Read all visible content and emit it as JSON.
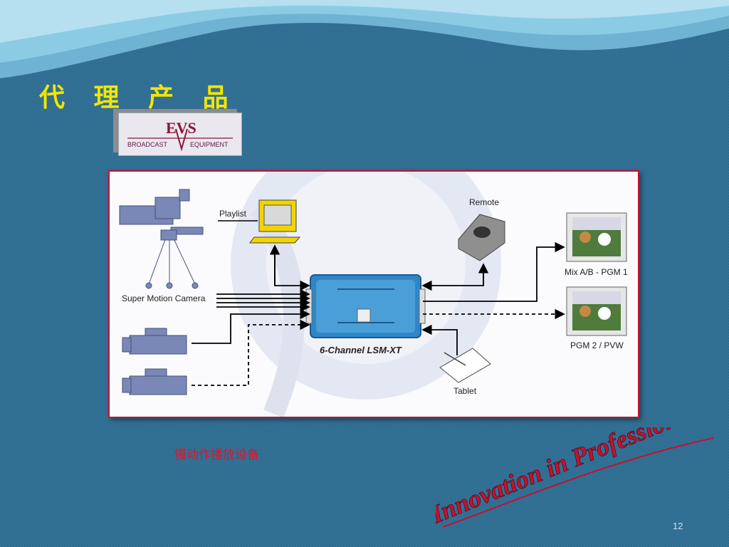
{
  "slide": {
    "title": "代 理 产 品",
    "caption": "慢动作播放设备",
    "slogan": "Innovation in Profession",
    "page_number": "12"
  },
  "logo": {
    "brand": "EVS",
    "left_text": "BROADCAST",
    "right_text": "EQUIPMENT"
  },
  "diagram": {
    "camera_label": "Super Motion Camera",
    "playlist_label": "Playlist",
    "remote_label": "Remote",
    "center_label": "6-Channel LSM-XT",
    "tablet_label": "Tablet",
    "output1_label": "Mix A/B - PGM 1",
    "output2_label": "PGM 2 / PVW"
  },
  "colors": {
    "background": "#2f6f93",
    "title": "#f2e600",
    "accent_red": "#c8102e",
    "device_blue": "#2f86c6"
  }
}
